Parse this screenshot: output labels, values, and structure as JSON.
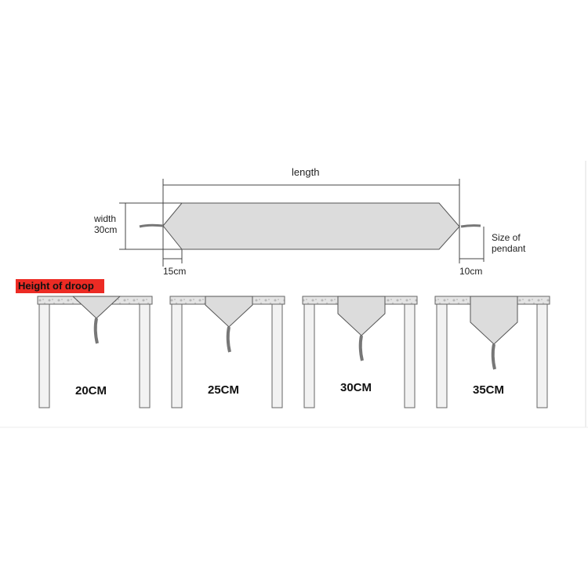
{
  "runner_diagram": {
    "length_label": "length",
    "width_label": "width",
    "width_value": "30cm",
    "tip_label": "15cm",
    "pendant_label_line1": "Size of",
    "pendant_label_line2": "pendant",
    "pendant_value": "10cm"
  },
  "droop": {
    "title": "Height of droop",
    "title_color": "#ec2b24",
    "options": [
      {
        "label": "20CM",
        "droop_cm": 20
      },
      {
        "label": "25CM",
        "droop_cm": 25
      },
      {
        "label": "30CM",
        "droop_cm": 30
      },
      {
        "label": "35CM",
        "droop_cm": 35
      }
    ]
  }
}
